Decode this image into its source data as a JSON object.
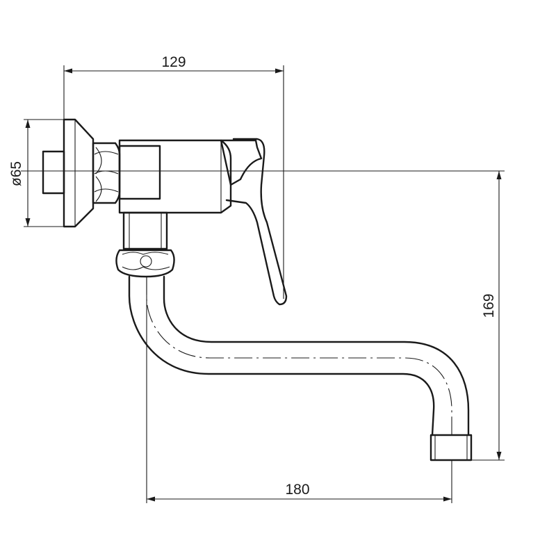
{
  "dimensions": {
    "width_top": "129",
    "diameter_flange": "ø65",
    "height_right": "169",
    "width_bottom": "180"
  }
}
